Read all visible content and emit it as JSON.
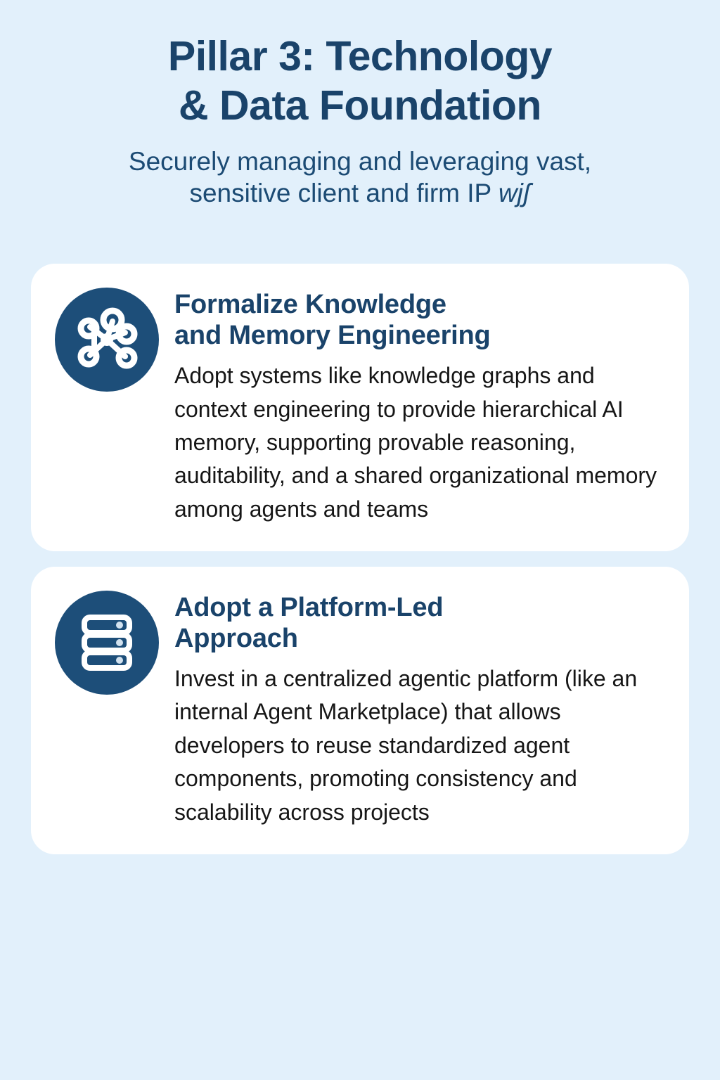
{
  "header": {
    "title": "Pillar 3: Technology\n& Data Foundation",
    "subtitle_main": "Securely managing and leveraging vast,\nsensitive client and firm IP ",
    "subtitle_tail": "wjʃ"
  },
  "colors": {
    "background": "#e2f0fb",
    "card_background": "#ffffff",
    "heading_navy": "#1a436a",
    "icon_circle": "#1d4e79",
    "icon_glyph": "#ffffff",
    "body_text": "#161616"
  },
  "cards": [
    {
      "icon": "knowledge-graph-icon",
      "title": "Formalize Knowledge\nand Memory Engineering",
      "text": "Adopt systems like knowledge graphs and context engineering to provide hierarchical AI memory, supporting provable reasoning, auditability, and a shared organizational memory among agents and teams"
    },
    {
      "icon": "server-rack-icon",
      "title": "Adopt a Platform-Led\nApproach",
      "text": "Invest in a centralized agentic platform (like an internal Agent Marketplace) that allows developers to reuse standardized agent components, promoting consistency and scalability across projects"
    }
  ]
}
